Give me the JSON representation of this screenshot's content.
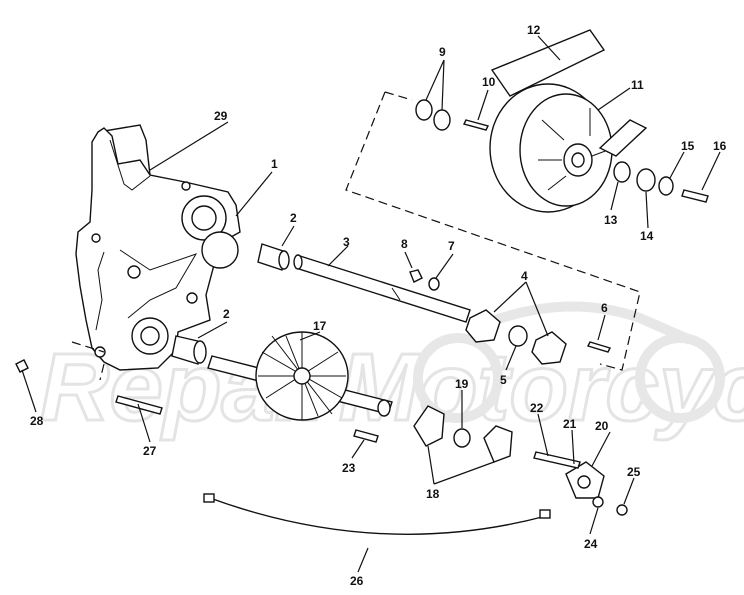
{
  "diagram": {
    "watermark": "RepairMotorcycle",
    "callouts": [
      "1",
      "2",
      "2",
      "3",
      "4",
      "5",
      "6",
      "7",
      "8",
      "9",
      "10",
      "11",
      "12",
      "13",
      "14",
      "15",
      "16",
      "17",
      "18",
      "19",
      "20",
      "21",
      "22",
      "23",
      "24",
      "25",
      "26",
      "27",
      "28",
      "29"
    ]
  }
}
